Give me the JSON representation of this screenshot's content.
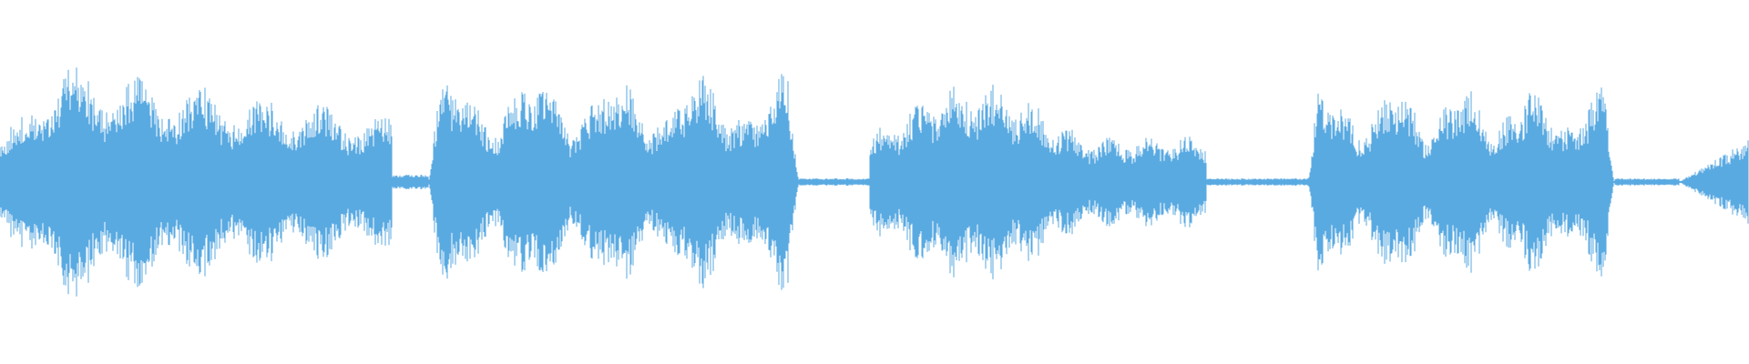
{
  "waveform": {
    "color": "#5aaae2",
    "background": "#ffffff",
    "segments": [
      {
        "kind": "sound",
        "start": 0.0,
        "end": 0.224,
        "peak": 0.34,
        "shape": "swell-then-decay"
      },
      {
        "kind": "silence",
        "start": 0.224,
        "end": 0.245,
        "peak": 0.02
      },
      {
        "kind": "sound",
        "start": 0.245,
        "end": 0.457,
        "peak": 0.3,
        "shape": "wobble"
      },
      {
        "kind": "silence",
        "start": 0.457,
        "end": 0.497,
        "peak": 0.01
      },
      {
        "kind": "sound",
        "start": 0.497,
        "end": 0.69,
        "peak": 0.28,
        "shape": "swell-mid"
      },
      {
        "kind": "silence",
        "start": 0.69,
        "end": 0.748,
        "peak": 0.01
      },
      {
        "kind": "sound",
        "start": 0.748,
        "end": 0.923,
        "peak": 0.27,
        "shape": "wobble"
      },
      {
        "kind": "silence",
        "start": 0.923,
        "end": 0.96,
        "peak": 0.01
      },
      {
        "kind": "sound",
        "start": 0.96,
        "end": 1.0,
        "peak": 0.12,
        "shape": "fade-in"
      }
    ]
  }
}
